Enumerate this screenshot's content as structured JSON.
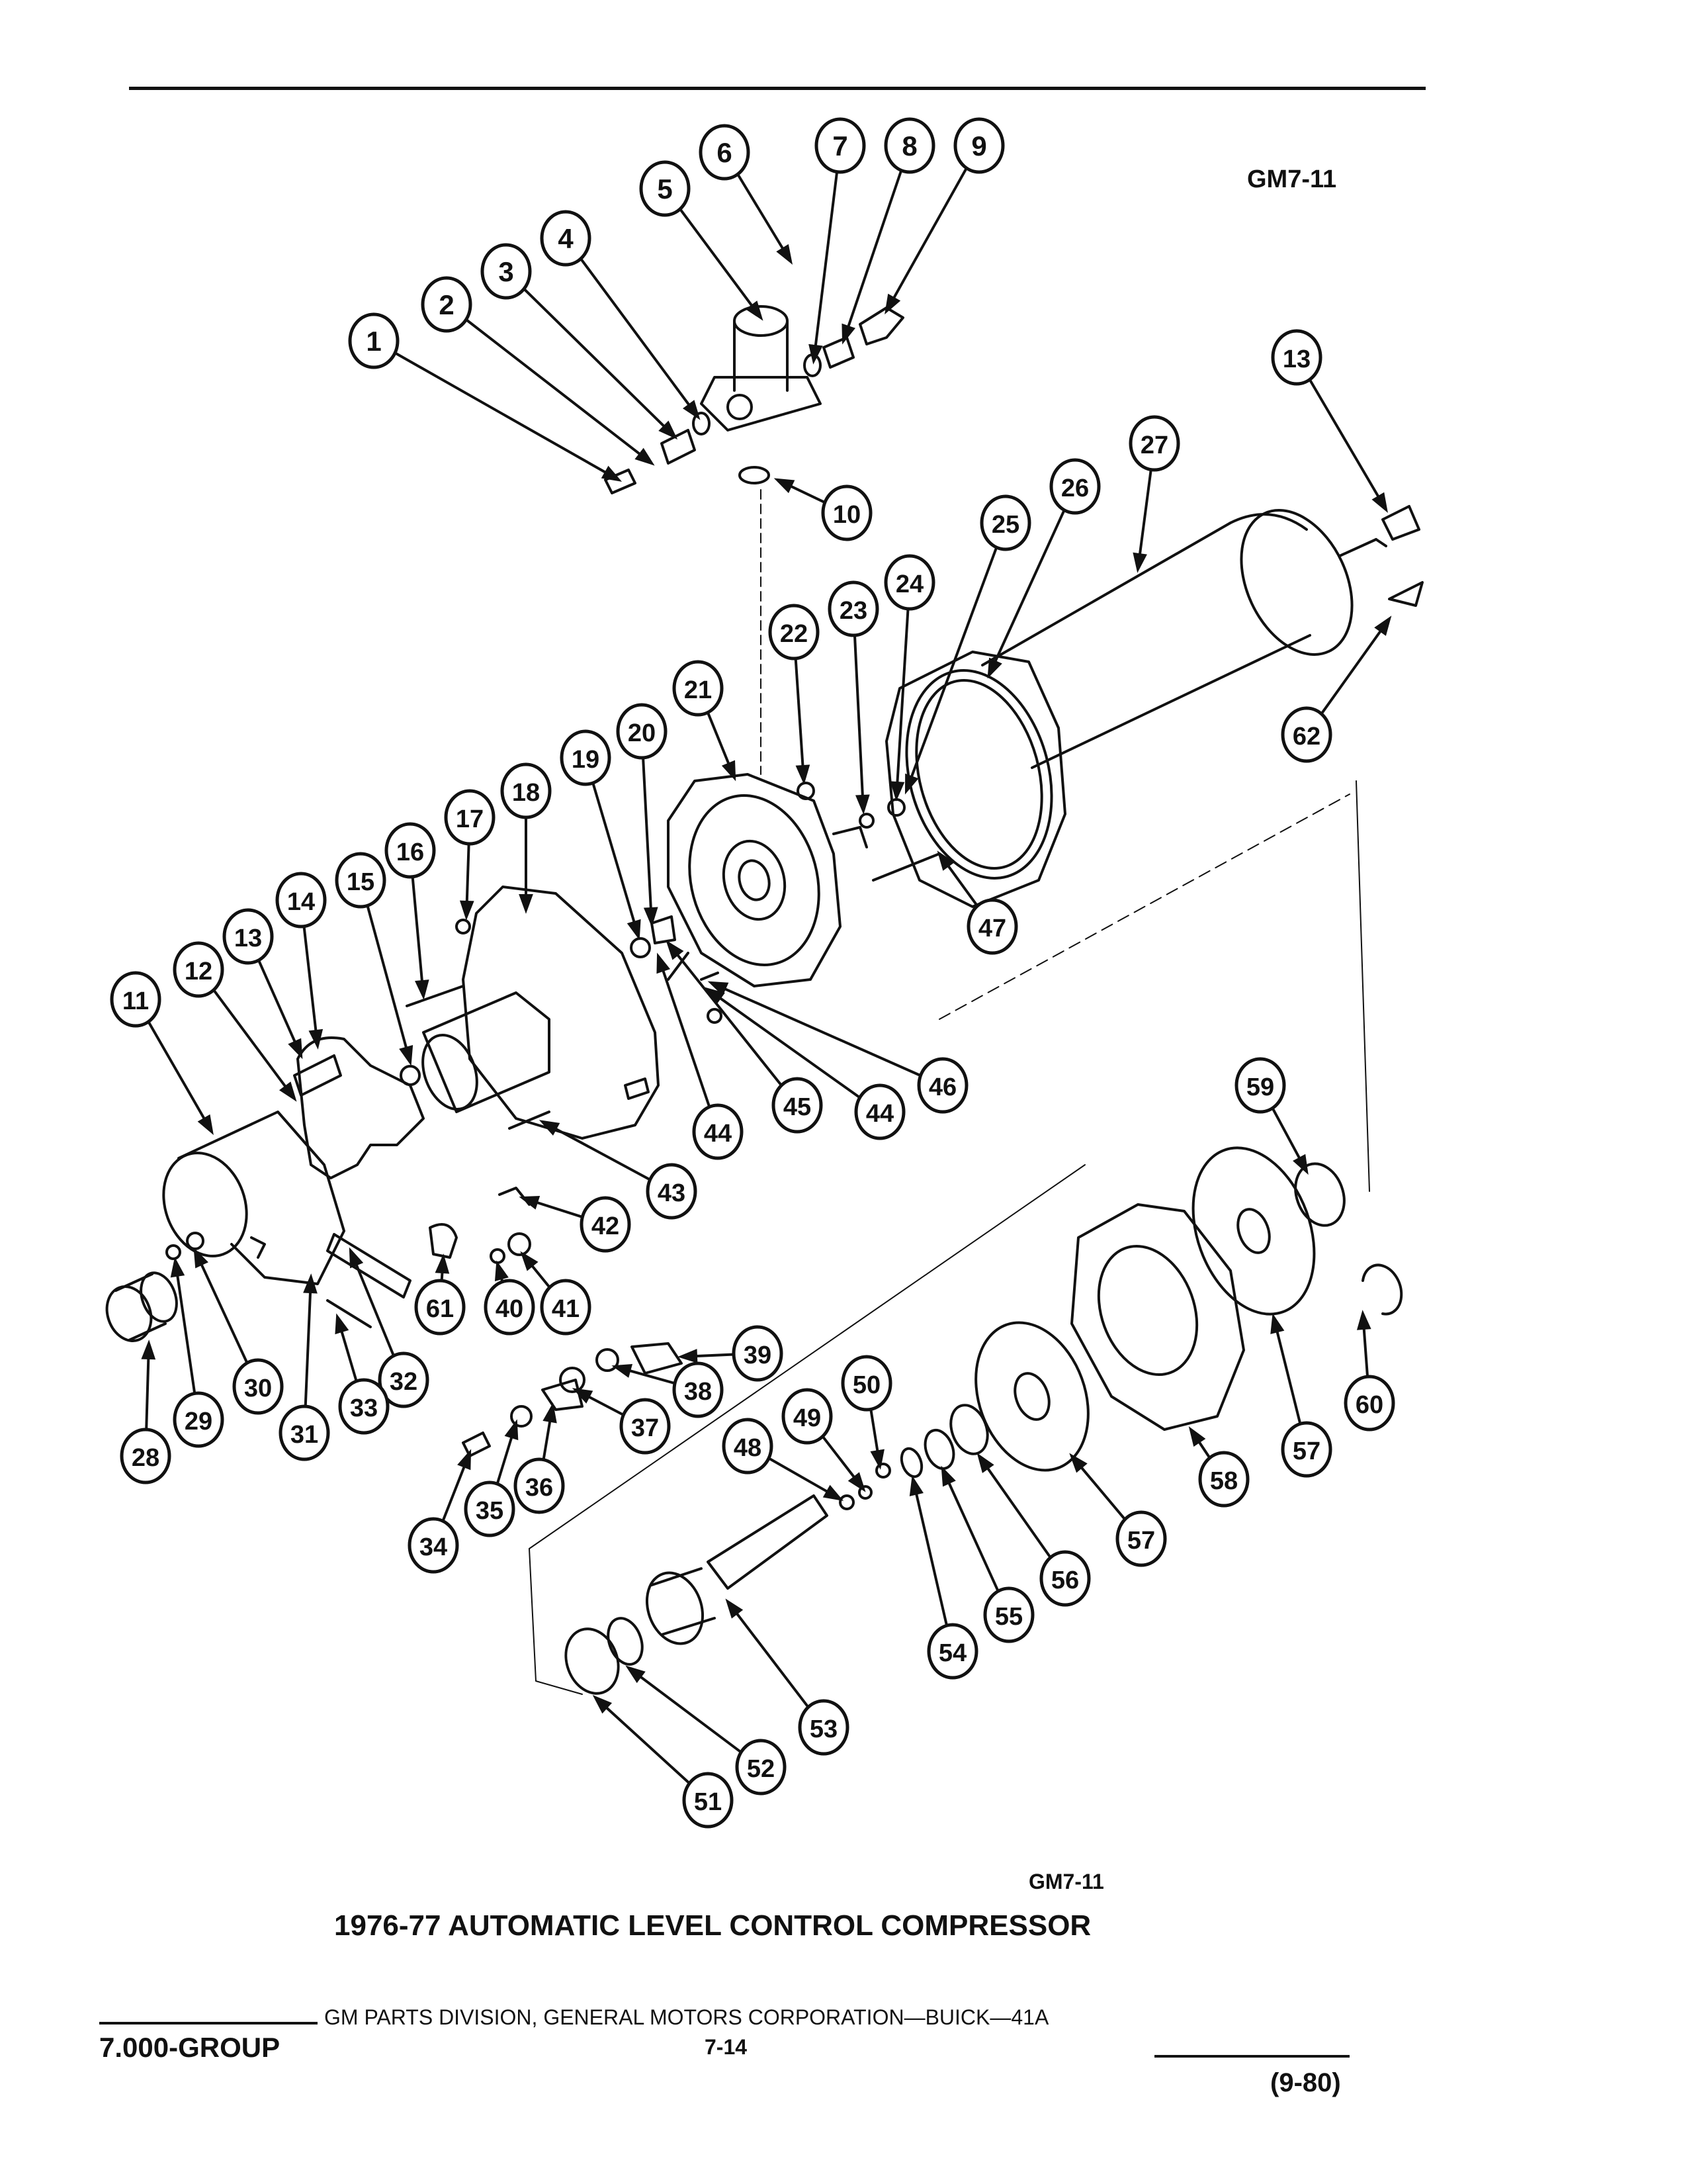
{
  "figure_code_top": "GM7-11",
  "figure_code_bottom": "GM7-11",
  "caption": "1976-77 AUTOMATIC LEVEL CONTROL COMPRESSOR",
  "footer": {
    "group": "7.000-GROUP",
    "publisher": "GM PARTS DIVISION, GENERAL MOTORS CORPORATION—BUICK—41A",
    "page": "7-14",
    "date": "(9-80)"
  },
  "callouts": [
    {
      "id": "1",
      "label": "1"
    },
    {
      "id": "2",
      "label": "2"
    },
    {
      "id": "3",
      "label": "3"
    },
    {
      "id": "4",
      "label": "4"
    },
    {
      "id": "5",
      "label": "5"
    },
    {
      "id": "6",
      "label": "6"
    },
    {
      "id": "7",
      "label": "7"
    },
    {
      "id": "8",
      "label": "8"
    },
    {
      "id": "9",
      "label": "9"
    },
    {
      "id": "10",
      "label": "10"
    },
    {
      "id": "11",
      "label": "11"
    },
    {
      "id": "12",
      "label": "12"
    },
    {
      "id": "13a",
      "label": "13"
    },
    {
      "id": "13b",
      "label": "13"
    },
    {
      "id": "14",
      "label": "14"
    },
    {
      "id": "15",
      "label": "15"
    },
    {
      "id": "16",
      "label": "16"
    },
    {
      "id": "17",
      "label": "17"
    },
    {
      "id": "18",
      "label": "18"
    },
    {
      "id": "19",
      "label": "19"
    },
    {
      "id": "20",
      "label": "20"
    },
    {
      "id": "21",
      "label": "21"
    },
    {
      "id": "22",
      "label": "22"
    },
    {
      "id": "23",
      "label": "23"
    },
    {
      "id": "24",
      "label": "24"
    },
    {
      "id": "25",
      "label": "25"
    },
    {
      "id": "26",
      "label": "26"
    },
    {
      "id": "27",
      "label": "27"
    },
    {
      "id": "28",
      "label": "28"
    },
    {
      "id": "29",
      "label": "29"
    },
    {
      "id": "30",
      "label": "30"
    },
    {
      "id": "31",
      "label": "31"
    },
    {
      "id": "32",
      "label": "32"
    },
    {
      "id": "33",
      "label": "33"
    },
    {
      "id": "34",
      "label": "34"
    },
    {
      "id": "35",
      "label": "35"
    },
    {
      "id": "36",
      "label": "36"
    },
    {
      "id": "37",
      "label": "37"
    },
    {
      "id": "38",
      "label": "38"
    },
    {
      "id": "39",
      "label": "39"
    },
    {
      "id": "40",
      "label": "40"
    },
    {
      "id": "41",
      "label": "41"
    },
    {
      "id": "42",
      "label": "42"
    },
    {
      "id": "43",
      "label": "43"
    },
    {
      "id": "44a",
      "label": "44"
    },
    {
      "id": "44b",
      "label": "44"
    },
    {
      "id": "45",
      "label": "45"
    },
    {
      "id": "46",
      "label": "46"
    },
    {
      "id": "47",
      "label": "47"
    },
    {
      "id": "48",
      "label": "48"
    },
    {
      "id": "49",
      "label": "49"
    },
    {
      "id": "50",
      "label": "50"
    },
    {
      "id": "51",
      "label": "51"
    },
    {
      "id": "52",
      "label": "52"
    },
    {
      "id": "53",
      "label": "53"
    },
    {
      "id": "54",
      "label": "54"
    },
    {
      "id": "55",
      "label": "55"
    },
    {
      "id": "56",
      "label": "56"
    },
    {
      "id": "57a",
      "label": "57"
    },
    {
      "id": "57b",
      "label": "57"
    },
    {
      "id": "58",
      "label": "58"
    },
    {
      "id": "59",
      "label": "59"
    },
    {
      "id": "60",
      "label": "60"
    },
    {
      "id": "61",
      "label": "61"
    },
    {
      "id": "62",
      "label": "62"
    }
  ]
}
